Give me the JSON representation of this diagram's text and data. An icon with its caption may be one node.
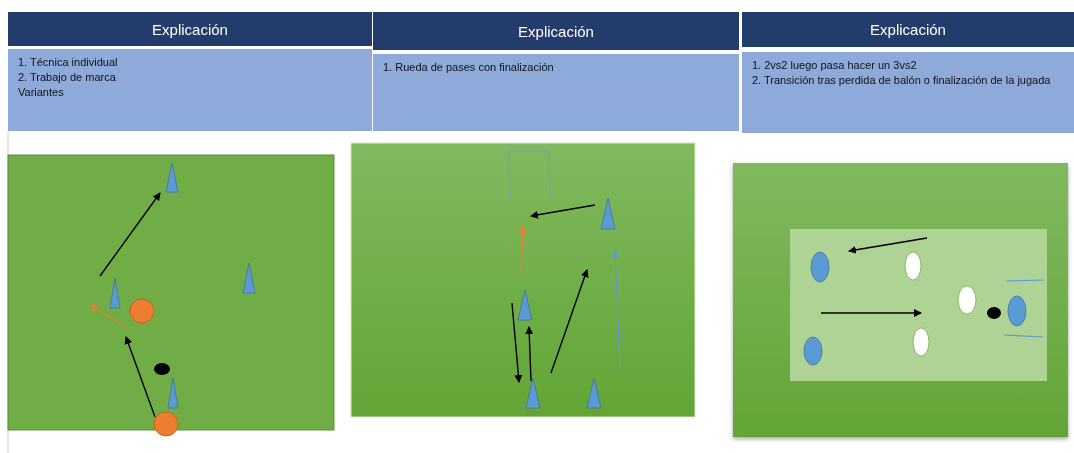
{
  "diagram": {
    "nodes": [
      {
        "text": [
          "Explicación"
        ]
      },
      {
        "text": [
          "Explicación"
        ]
      },
      {
        "text": [
          "Explicación"
        ]
      },
      {
        "text": [
          "1. Técnica individual",
          "2. Trabajo de marca",
          "Variantes"
        ]
      },
      {
        "text": [
          "1. Rueda de pases con finalización"
        ]
      },
      {
        "text": [
          "1. 2vs2 luego pasa hacer un 3vs2",
          "2. Transición tras perdida de balón o finalización de la jugada"
        ]
      }
    ]
  }
}
